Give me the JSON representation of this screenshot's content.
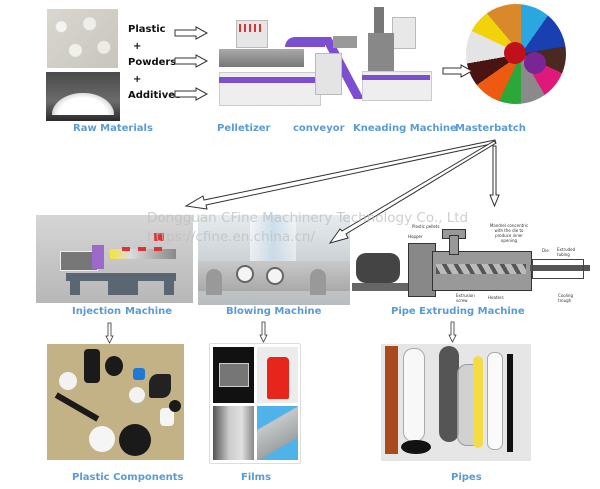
{
  "colors": {
    "label_blue": "#5b9bd5",
    "machine_purple": "#7b4fd0",
    "arrow_stroke": "#333333"
  },
  "raw_materials": {
    "ingredients": [
      "Plastic",
      "+",
      "Powders",
      "+",
      "Additives"
    ],
    "label": "Raw Materials",
    "images": [
      "plastic-pellets-photo",
      "white-powder-photo"
    ]
  },
  "stage1": {
    "pelletizer": "Pelletizer",
    "conveyor": "conveyor",
    "kneading": "Kneading Machine",
    "masterbatch": "Masterbatch"
  },
  "stage2": {
    "injection_a": "Injection",
    "injection_b": "Machine",
    "blowing": "Blowing Machine",
    "pipe": "Pipe Extruding Machine"
  },
  "extruder_diagram_labels": {
    "hopper": "Hopper",
    "plastic_pellets": "Plastic pellets",
    "mandrel": "Mandrel concentric with the die to produce inner opening",
    "die": "Die",
    "extruded_tubing": "Extruded tubing",
    "extrusion_screw": "Extrusion screw",
    "heaters": "Heaters",
    "cooling_trough": "Cooling trough"
  },
  "products": {
    "components": "Plastic Components",
    "films": "Films",
    "pipes": "Pipes"
  },
  "watermark": {
    "line1": "Dongguan CFine Machinery Technology Co., Ltd",
    "line2": "https://cfine.en.china.cn/"
  }
}
